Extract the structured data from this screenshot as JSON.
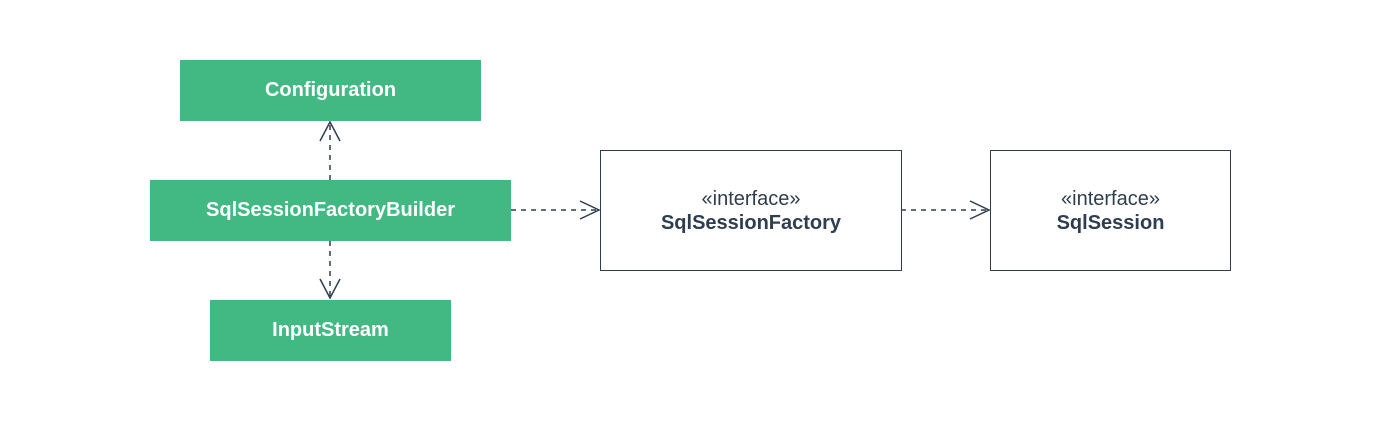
{
  "colors": {
    "class_fill": "#42b983",
    "class_text": "#ffffff",
    "interface_border": "#2f3e4e",
    "interface_text": "#2f3e4e",
    "edge": "#2f3e4e"
  },
  "nodes": {
    "configuration": {
      "label": "Configuration"
    },
    "builder": {
      "label": "SqlSessionFactoryBuilder"
    },
    "input_stream": {
      "label": "InputStream"
    },
    "session_factory": {
      "stereotype": "«interface»",
      "label": "SqlSessionFactory"
    },
    "session": {
      "stereotype": "«interface»",
      "label": "SqlSession"
    }
  },
  "edges": [
    {
      "from": "SqlSessionFactoryBuilder",
      "to": "Configuration",
      "style": "dashed",
      "arrow": "open"
    },
    {
      "from": "SqlSessionFactoryBuilder",
      "to": "InputStream",
      "style": "dashed",
      "arrow": "open"
    },
    {
      "from": "SqlSessionFactoryBuilder",
      "to": "SqlSessionFactory",
      "style": "dashed",
      "arrow": "open"
    },
    {
      "from": "SqlSessionFactory",
      "to": "SqlSession",
      "style": "dashed",
      "arrow": "open"
    }
  ]
}
